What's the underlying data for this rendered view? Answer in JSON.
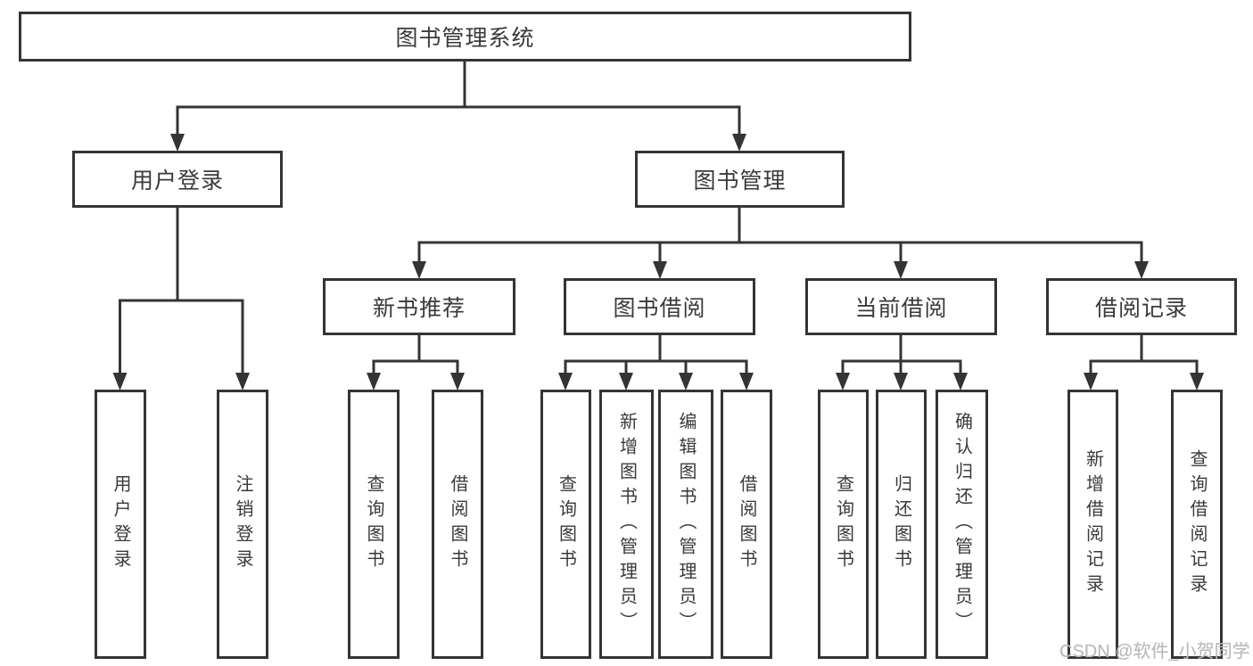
{
  "diagram": {
    "root": {
      "label": "图书管理系统"
    },
    "branches": [
      {
        "label": "用户登录",
        "children": [
          {
            "label": "用户登录"
          },
          {
            "label": "注销登录"
          }
        ]
      },
      {
        "label": "图书管理",
        "children": [
          {
            "label": "新书推荐",
            "children": [
              {
                "label": "查询图书"
              },
              {
                "label": "借阅图书"
              }
            ]
          },
          {
            "label": "图书借阅",
            "children": [
              {
                "label": "查询图书"
              },
              {
                "label": "新增图书（管理员）"
              },
              {
                "label": "编辑图书（管理员）"
              },
              {
                "label": "借阅图书"
              }
            ]
          },
          {
            "label": "当前借阅",
            "children": [
              {
                "label": "查询图书"
              },
              {
                "label": "归还图书"
              },
              {
                "label": "确认归还（管理员）"
              }
            ]
          },
          {
            "label": "借阅记录",
            "children": [
              {
                "label": "新增借阅记录"
              },
              {
                "label": "查询借阅记录"
              }
            ]
          }
        ]
      }
    ]
  },
  "watermark": {
    "text": "CSDN @软件_小贺同学"
  },
  "colors": {
    "line": "#343434",
    "text": "#3a3a3a",
    "background": "#ffffff",
    "watermark": "#b9b9b9"
  }
}
